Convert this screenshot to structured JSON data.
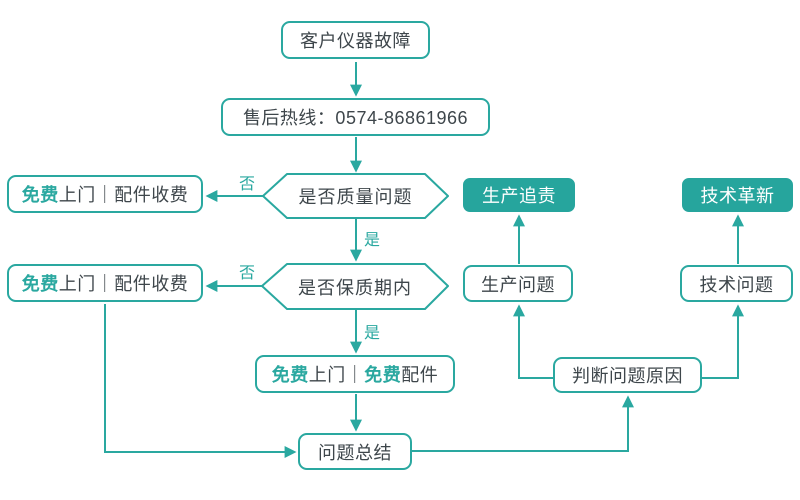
{
  "colors": {
    "teal": "#2aa8a0",
    "teal_fill": "#26a59d",
    "text_dark": "#3e464b",
    "background": "#ffffff"
  },
  "flowchart": {
    "nodes": {
      "customer_fault": "客户仪器故障",
      "hotline": "售后热线：0574-86861966",
      "decision_quality": "是否质量问题",
      "decision_warranty": "是否保质期内",
      "free_visit_paid_parts": {
        "free": "免费",
        "rest": "上门｜配件收费"
      },
      "free_visit_free_parts": {
        "free1": "免费",
        "mid": "上门｜",
        "free2": "免费",
        "tail": "配件"
      },
      "summary": "问题总结",
      "production_trace": "生产追责",
      "production_problem": "生产问题",
      "tech_innovation": "技术革新",
      "tech_problem": "技术问题",
      "judge_cause": "判断问题原因"
    },
    "labels": {
      "no": "否",
      "yes": "是"
    }
  }
}
